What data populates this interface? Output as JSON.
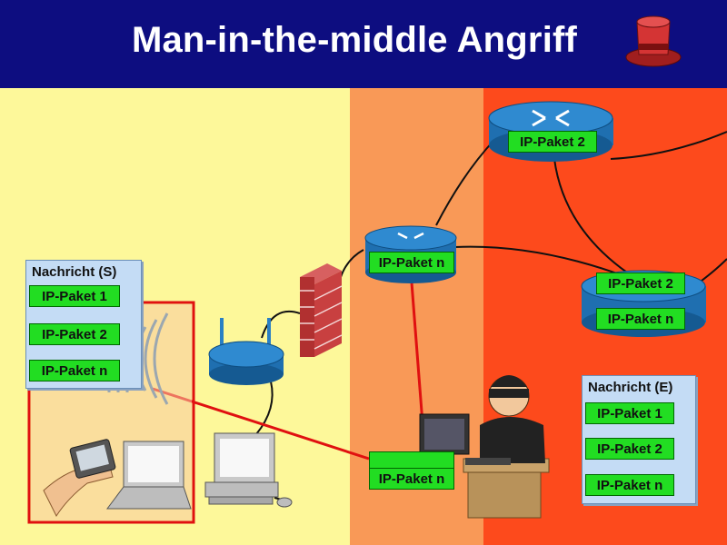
{
  "title": "Man-in-the-middle Angriff",
  "colors": {
    "header": "#0d0d80",
    "zone_sender": "#fdf89a",
    "zone_middle": "#f99957",
    "zone_receiver": "#fd4a1c",
    "packet": "#22dd22",
    "message_box": "#c4dcf5",
    "attack_line": "#e01010"
  },
  "sender_message": {
    "title": "Nachricht (S)",
    "packets": [
      "IP-Paket 1",
      "IP-Paket 2",
      "IP-Paket n"
    ]
  },
  "receiver_message": {
    "title": "Nachricht (E)",
    "packets": [
      "IP-Paket 1",
      "IP-Paket 2",
      "IP-Paket n"
    ]
  },
  "router_top": {
    "packet": "IP-Paket 2"
  },
  "router_middle": {
    "packet": "IP-Paket n"
  },
  "router_right": {
    "packets": [
      "IP-Paket 2",
      "IP-Paket n"
    ]
  },
  "attacker": {
    "packet": "IP-Paket n"
  },
  "icons": [
    "top-hat-icon",
    "router-icon",
    "firewall-icon",
    "wireless-router-icon",
    "laptop-icon",
    "pda-icon",
    "desktop-pc-icon",
    "attacker-icon"
  ]
}
